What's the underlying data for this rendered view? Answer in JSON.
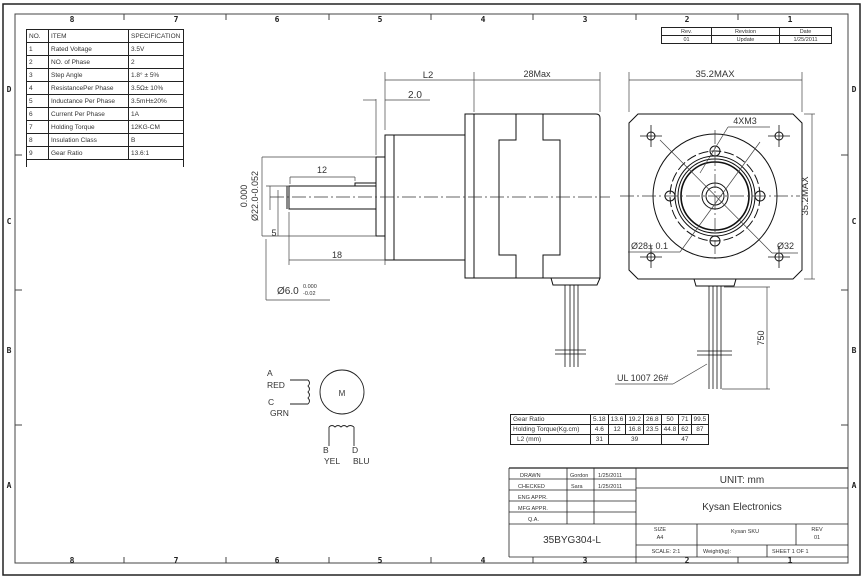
{
  "zones": {
    "columns": [
      "8",
      "7",
      "6",
      "5",
      "4",
      "3",
      "2",
      "1"
    ],
    "rows": [
      "D",
      "C",
      "B",
      "A"
    ]
  },
  "spec_table": {
    "headers": [
      "NO.",
      "ITEM",
      "SPECIFICATION"
    ],
    "rows": [
      {
        "no": "1",
        "item": "Rated Voltage",
        "spec": "3.5V"
      },
      {
        "no": "2",
        "item": "NO. of Phase",
        "spec": "2"
      },
      {
        "no": "3",
        "item": "Step Angle",
        "spec": "1.8° ± 5%"
      },
      {
        "no": "4",
        "item": "ResistancePer Phase",
        "spec": "3.5Ω± 10%"
      },
      {
        "no": "5",
        "item": "Inductance Per Phase",
        "spec": "3.5mH±20%"
      },
      {
        "no": "6",
        "item": "Current Per Phase",
        "spec": "1A"
      },
      {
        "no": "7",
        "item": "Holding Torque",
        "spec": "12KG-CM"
      },
      {
        "no": "8",
        "item": "Insulation Class",
        "spec": "B"
      },
      {
        "no": "9",
        "item": "Gear Ratio",
        "spec": "13.6:1"
      }
    ]
  },
  "revision_table": {
    "headers": [
      "Rev.",
      "Revision",
      "Date"
    ],
    "row": {
      "rev": "01",
      "revision": "Update",
      "date": "1/25/2011"
    }
  },
  "dimensions": {
    "l2": "L2",
    "flange_thickness": "2.0",
    "body_length": "28Max",
    "key_length": "12",
    "shaft_length": "18",
    "flat_depth": "5",
    "gearbox_dia_tol_upper": "0.000",
    "gearbox_dia": "Ø22.0-0.052",
    "shaft_dia": "Ø6.0",
    "shaft_tol_upper": "0.000",
    "shaft_tol_lower": "-0.02",
    "width": "35.2MAX",
    "height": "35.2MAX",
    "screw_holes": "4XM3",
    "pilot_dia": "Ø28± 0.1",
    "pcd": "Ø32",
    "lead_length": "750",
    "wire_spec": "UL 1007 26#"
  },
  "wiring": {
    "motor_label": "M",
    "a_label": "A",
    "a_color": "RED",
    "c_label": "C",
    "c_color": "GRN",
    "b_label": "B",
    "b_color": "YEL",
    "d_label": "D",
    "d_color": "BLU"
  },
  "gear_table": {
    "rows": [
      {
        "label": "Gear Ratio",
        "values": [
          "5.18",
          "13.6",
          "19.2",
          "26.8",
          "50",
          "71",
          "99.5"
        ]
      },
      {
        "label": "Holding Torque(Kg.cm)",
        "values": [
          "4.6",
          "12",
          "16.8",
          "23.5",
          "44.8",
          "62",
          "87"
        ]
      }
    ],
    "l2_row": {
      "label": "L2 (mm)",
      "values": [
        "31",
        "39",
        "47"
      ]
    }
  },
  "title_block": {
    "drawn_label": "DRAWN",
    "drawn_by": "Gordon",
    "drawn_date": "1/25/2011",
    "checked_label": "CHECKED",
    "checked_by": "Sara",
    "checked_date": "1/25/2011",
    "eng_appr": "ENG APPR.",
    "mfg_appr": "MFG APPR.",
    "qa": "Q.A.",
    "unit": "UNIT: mm",
    "company": "Kysan Electronics",
    "part_number": "35BYG304-L",
    "size_label": "SIZE",
    "size_value": "A4",
    "sku_label": "Kysan SKU",
    "rev_label": "REV",
    "rev_value": "01",
    "scale": "SCALE: 2:1",
    "weight": "Weight(kg):",
    "sheet": "SHEET 1 OF 1"
  }
}
